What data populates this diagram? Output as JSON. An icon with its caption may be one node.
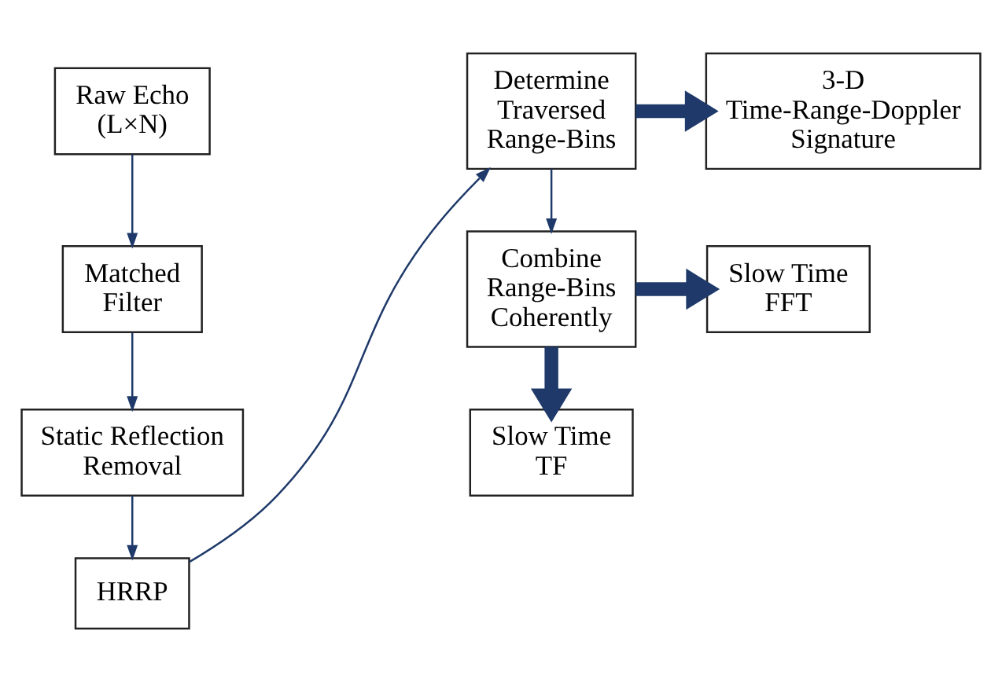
{
  "diagram": {
    "nodes": [
      {
        "text": [
          "Raw Echo (L×N)"
        ]
      },
      {
        "text": [
          "Matched Filter"
        ]
      },
      {
        "text": [
          "Static Reflection Removal"
        ]
      },
      {
        "text": [
          "HRRP"
        ]
      },
      {
        "text": [
          "Determine Traversed Range-Bins"
        ]
      },
      {
        "text": [
          "3-D Time-Range-Doppler Signature"
        ]
      },
      {
        "text": [
          "Combine Range-Bins Coherently"
        ]
      },
      {
        "text": [
          "Slow Time FFT"
        ]
      },
      {
        "text": [
          "Slow Time TF"
        ]
      }
    ],
    "edges": [
      {
        "from": 0,
        "to": 1,
        "arrow": "to"
      },
      {
        "from": 1,
        "to": 2,
        "arrow": "to"
      },
      {
        "from": 2,
        "to": 3,
        "arrow": "to"
      },
      {
        "from": 3,
        "to": 4,
        "arrow": "to"
      },
      {
        "from": 4,
        "to": 5,
        "arrow": "to",
        "style": "thick"
      },
      {
        "from": 4,
        "to": 6,
        "arrow": "to"
      },
      {
        "from": 6,
        "to": 7,
        "arrow": "to",
        "style": "thick"
      },
      {
        "from": 6,
        "to": 8,
        "arrow": "to",
        "style": "thick"
      }
    ]
  }
}
